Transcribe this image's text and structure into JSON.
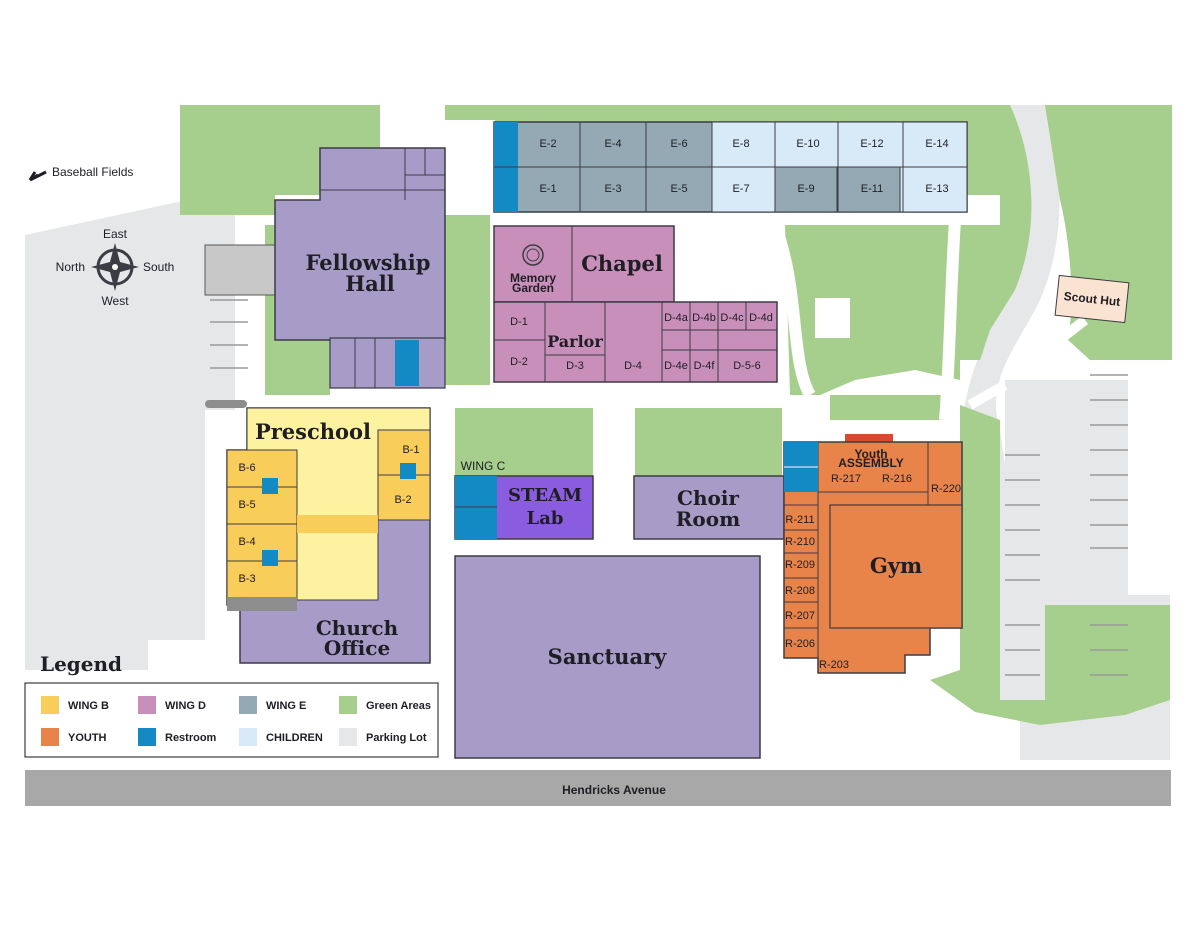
{
  "colors": {
    "wing_b": "#f9cd5a",
    "preschool": "#fdf2a0",
    "wing_d": "#c98fbb",
    "wing_e": "#94a9b4",
    "children": "#d8eaf8",
    "youth": "#e8834a",
    "restroom": "#138ac4",
    "green": "#a6cf8d",
    "parking": "#e6e7e8",
    "building": "#a79bc8",
    "steam": "#8a5ce0",
    "road": "#a8a8a8",
    "scout_hut": "#fbe3d2"
  },
  "map": {
    "baseball_fields": "Baseball Fields",
    "compass": {
      "top": "East",
      "left": "North",
      "right": "South",
      "bottom": "West"
    },
    "fellowship_hall": [
      "Fellowship",
      "Hall"
    ],
    "chapel": "Chapel",
    "memory_garden": [
      "Memory",
      "Garden"
    ],
    "parlor": "Parlor",
    "preschool": "Preschool",
    "church_office": [
      "Church",
      "Office"
    ],
    "wing_c": "WING C",
    "steam_lab": [
      "STEAM",
      "Lab"
    ],
    "choir_room": [
      "Choir",
      "Room"
    ],
    "sanctuary": "Sanctuary",
    "gym": "Gym",
    "youth_assembly": [
      "Youth",
      "ASSEMBLY"
    ],
    "scout_hut": "Scout Hut",
    "street": "Hendricks Avenue",
    "wing_e_top": [
      "E-2",
      "E-4",
      "E-6",
      "E-8",
      "E-10",
      "E-12",
      "E-14"
    ],
    "wing_e_bottom": [
      "E-1",
      "E-3",
      "E-5",
      "E-7",
      "E-9",
      "E-11",
      "E-13"
    ],
    "wing_d_rooms": [
      "D-1",
      "D-2",
      "D-3",
      "D-4",
      "D-4a",
      "D-4b",
      "D-4c",
      "D-4d",
      "D-4e",
      "D-4f",
      "D-5-6"
    ],
    "wing_b_rooms": [
      "B-1",
      "B-2",
      "B-3",
      "B-4",
      "B-5",
      "B-6"
    ],
    "youth_rooms": [
      "R-217",
      "R-216",
      "R-220",
      "R-211",
      "R-210",
      "R-209",
      "R-208",
      "R-207",
      "R-206",
      "R-203"
    ]
  },
  "legend": {
    "title": "Legend",
    "items": [
      {
        "label": "WING B",
        "color": "#f9cd5a"
      },
      {
        "label": "WING D",
        "color": "#c98fbb"
      },
      {
        "label": "WING E",
        "color": "#94a9b4"
      },
      {
        "label": "Green Areas",
        "color": "#a6cf8d"
      },
      {
        "label": "YOUTH",
        "color": "#e8834a"
      },
      {
        "label": "Restroom",
        "color": "#138ac4"
      },
      {
        "label": "CHILDREN",
        "color": "#d8eaf8"
      },
      {
        "label": "Parking Lot",
        "color": "#e6e7e8"
      }
    ]
  }
}
